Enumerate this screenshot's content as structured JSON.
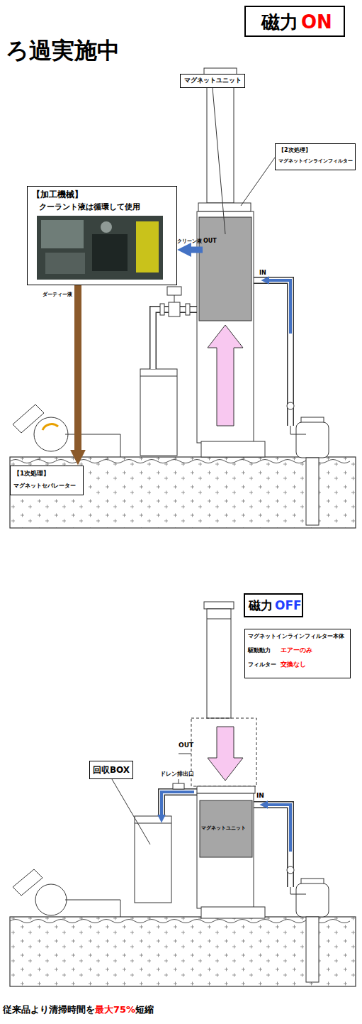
{
  "diagram": {
    "title": "ろ過実施中",
    "nodes": [
      {
        "text": [
          "磁力",
          "ON"
        ]
      },
      {
        "text": [
          "マグネットユニット"
        ]
      },
      {
        "text": [
          "【2次処理】",
          "マグネットインラインフィルター"
        ]
      },
      {
        "text": [
          "【加工機械】",
          "クーラント液は循環して使用"
        ]
      },
      {
        "text": [
          "【1次処理】",
          "マグネットセパレーター"
        ]
      },
      {
        "text": [
          "磁力",
          "OFF"
        ]
      },
      {
        "text": [
          "マグネットインラインフィルター本体",
          "駆動動力",
          "エアーのみ",
          "フィルター",
          "交換なし"
        ]
      },
      {
        "text": [
          "回収BOX"
        ]
      }
    ],
    "edges": [
      {
        "from": 3,
        "to": 4,
        "arrow": "to",
        "label": "ダーティー液"
      }
    ],
    "labels": [
      "クリーン液",
      "OUT",
      "IN",
      "OUT",
      "ドレン排出口",
      "IN",
      "マグネットユニット",
      "従来品より清掃時間を",
      "最大75%",
      "短縮"
    ]
  }
}
